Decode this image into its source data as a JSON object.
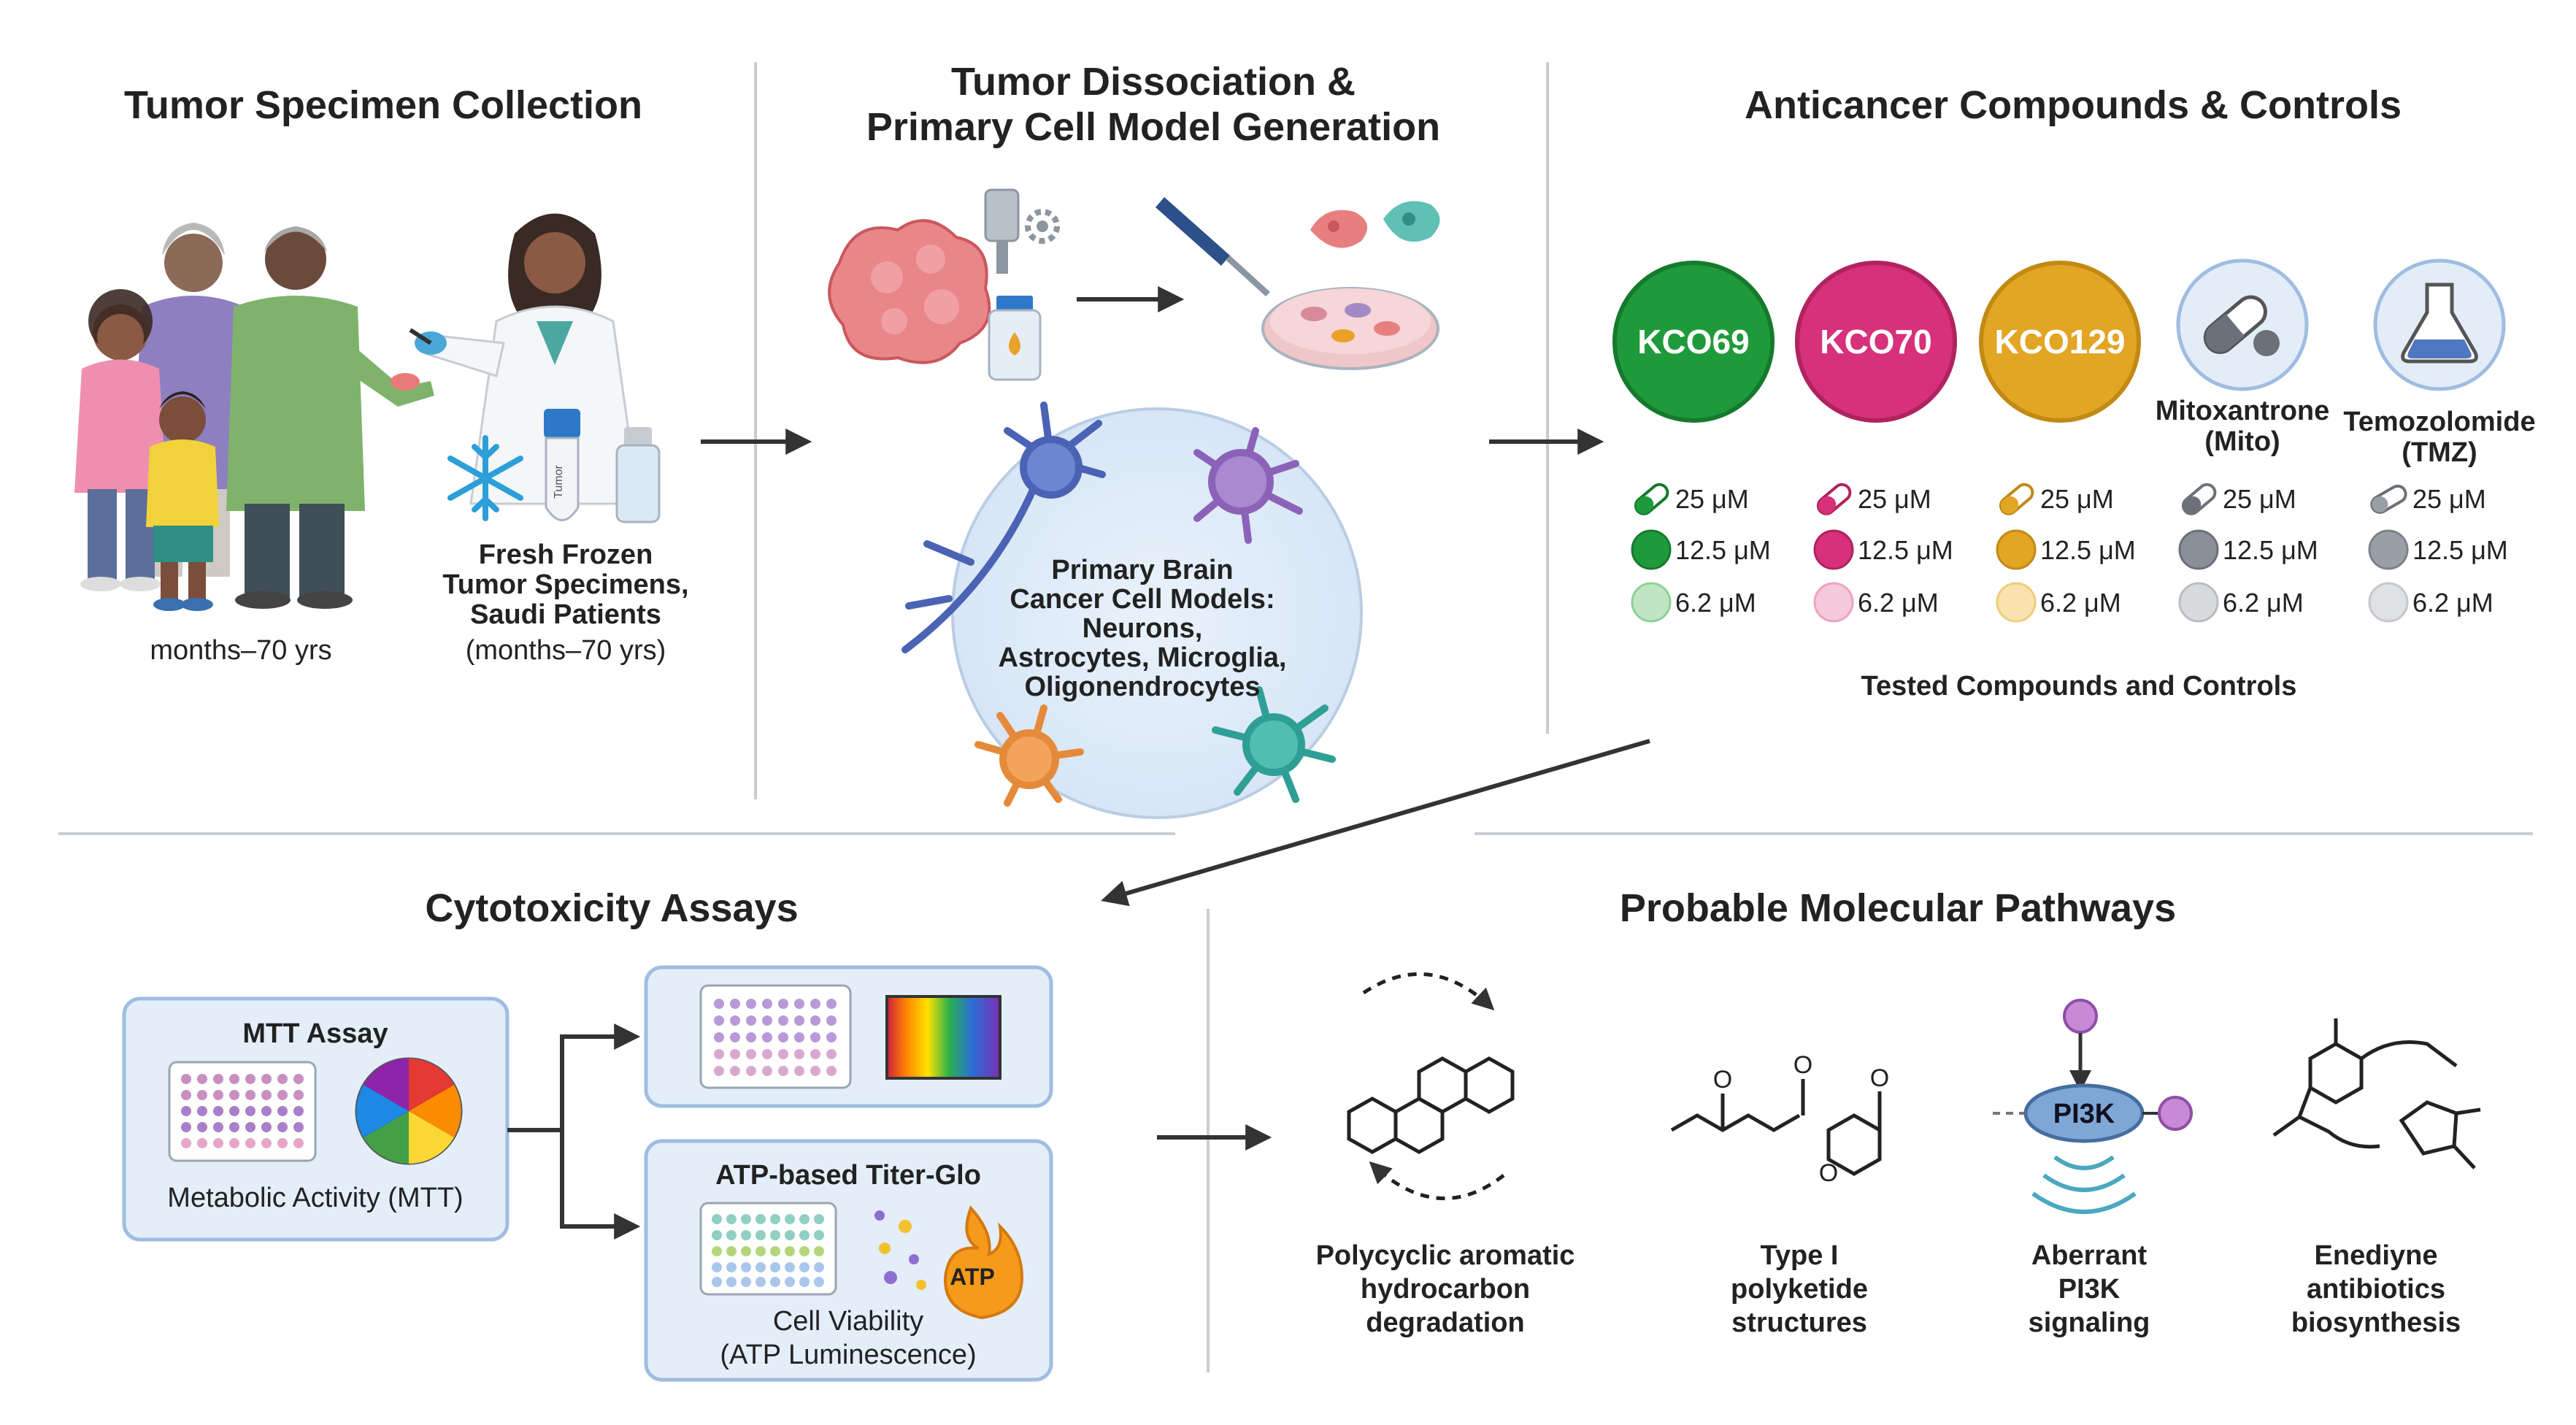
{
  "panels": {
    "collection": {
      "title": "Tumor Specimen Collection",
      "age_label": "months–70 yrs",
      "specimen_lines": [
        "Fresh Frozen",
        "Tumor Specimens,",
        "Saudi Patients",
        "(months–70 yrs)"
      ],
      "tube_label": "Tumor"
    },
    "dissociation": {
      "title_lines": [
        "Tumor Dissociation &",
        "Primary Cell Model Generation"
      ],
      "model_lines": [
        "Primary Brain",
        "Cancer Cell Models:",
        "Neurons,",
        "Astrocytes, Microglia,",
        "Oligonendrocytes"
      ]
    },
    "compounds": {
      "title": "Anticancer Compounds & Controls",
      "items": [
        {
          "label": "KCO69",
          "color": "#1f9a3a",
          "pale": "#bfe5c3"
        },
        {
          "label": "KCO70",
          "color": "#d6317a",
          "pale": "#f6c8dc"
        },
        {
          "label": "KCO129",
          "color": "#e2a524",
          "pale": "#f8e3ae"
        },
        {
          "label_lines": [
            "Mitoxantrone",
            "(Mito)"
          ],
          "color": "#8a8f98",
          "pale": "#d8dade"
        },
        {
          "label_lines": [
            "Temozolomide",
            "(TMZ)"
          ],
          "color": "#9a9ea5",
          "pale": "#e0e1e4"
        }
      ],
      "doses": [
        "25 μM",
        "12.5 μM",
        "6.2 μM"
      ],
      "caption": "Tested Compounds and Controls"
    },
    "cytotoxicity": {
      "title": "Cytotoxicity Assays",
      "mtt_title": "MTT Assay",
      "mtt_caption": "Metabolic Activity (MTT)",
      "atp_title": "ATP-based Titer-Glo",
      "atp_badge": "ATP",
      "atp_caption_lines": [
        "Cell Viability",
        "(ATP Luminescence)"
      ]
    },
    "pathways": {
      "title": "Probable Molecular Pathways",
      "pi3k_label": "PI3K",
      "items": [
        {
          "lines": [
            "Polycyclic aromatic",
            "hydrocarbon",
            "degradation"
          ]
        },
        {
          "lines": [
            "Type I",
            "polyketide",
            "structures"
          ]
        },
        {
          "lines": [
            "Aberrant",
            "PI3K",
            "signaling"
          ]
        },
        {
          "lines": [
            "Enediyne",
            "antibiotics",
            "biosynthesis"
          ]
        }
      ]
    }
  },
  "colors": {
    "box_fill": "#e4eef9",
    "box_stroke": "#9fbde0",
    "divider": "#c9cdd3",
    "arrow": "#333333"
  }
}
